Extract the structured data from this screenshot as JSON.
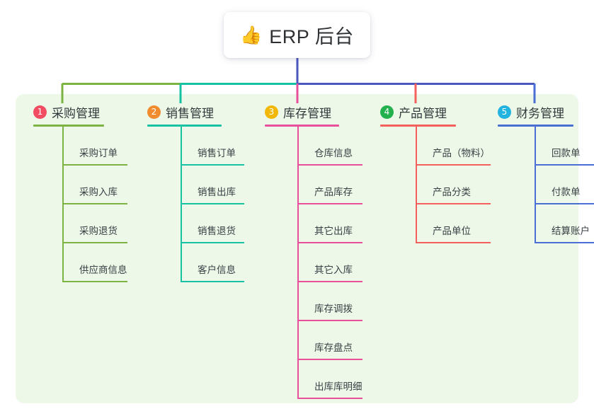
{
  "title": {
    "emoji": "👍",
    "emoji_name": "thumbs-up-icon",
    "text": "ERP 后台"
  },
  "theme": {
    "panel_bg": "#edf8e9",
    "card_bg": "#ffffff",
    "text": "#33383c",
    "trunk_line": "#4a57bf"
  },
  "columns": [
    {
      "number": "1",
      "label": "采购管理",
      "badge_color": "#f24c63",
      "line_color": "#7cb342",
      "items": [
        {
          "label": "采购订单"
        },
        {
          "label": "采购入库"
        },
        {
          "label": "采购退货"
        },
        {
          "label": "供应商信息"
        }
      ]
    },
    {
      "number": "2",
      "label": "销售管理",
      "badge_color": "#f08c2e",
      "line_color": "#16c2a3",
      "items": [
        {
          "label": "销售订单"
        },
        {
          "label": "销售出库"
        },
        {
          "label": "销售退货"
        },
        {
          "label": "客户信息"
        }
      ]
    },
    {
      "number": "3",
      "label": "库存管理",
      "badge_color": "#f2b807",
      "line_color": "#e8509b",
      "items": [
        {
          "label": "仓库信息"
        },
        {
          "label": "产品库存"
        },
        {
          "label": "其它出库"
        },
        {
          "label": "其它入库"
        },
        {
          "label": "库存调拨"
        },
        {
          "label": "库存盘点"
        },
        {
          "label": "出库库明细"
        }
      ]
    },
    {
      "number": "4",
      "label": "产品管理",
      "badge_color": "#22b14c",
      "line_color": "#f4615c",
      "items": [
        {
          "label": "产品（物料）"
        },
        {
          "label": "产品分类"
        },
        {
          "label": "产品单位"
        }
      ]
    },
    {
      "number": "5",
      "label": "财务管理",
      "badge_color": "#22b3e0",
      "line_color": "#4a6fd4",
      "items": [
        {
          "label": "回款单"
        },
        {
          "label": "付款单"
        },
        {
          "label": "结算账户"
        }
      ]
    }
  ]
}
